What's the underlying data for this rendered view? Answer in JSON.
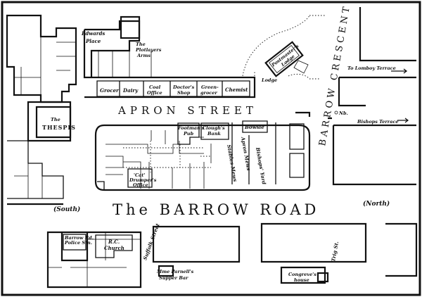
{
  "streets": {
    "apron_street": "APRON STREET",
    "barrow_road": "The BARROW ROAD",
    "barrow_crescent": "BARROW CRESCENT",
    "suffolk_street": "Suffolk Street",
    "apron_mews": "Apron Mews",
    "stables_mews": "Stables Mews",
    "bishops_yard": "Bishops' Yard",
    "trig_st": "Trig St."
  },
  "directions": {
    "south": "(South)",
    "north": "(North)"
  },
  "places": {
    "edwards_place": "Edwards Place",
    "plotlayers_arms_1": "The",
    "plotlayers_arms_2": "Plotlayers",
    "plotlayers_arms_3": "Arms",
    "thespis_1": "The",
    "thespis_2": "THESPIS",
    "grocer": "Grocer",
    "dairy": "Dairy",
    "coal_office_1": "Coal",
    "coal_office_2": "Office",
    "doctors_shop_1": "Doctor's",
    "doctors_shop_2": "Shop",
    "greengrocer_1": "Green-",
    "greengrocer_2": "grocer",
    "chemist": "Chemist",
    "postmaster_lodge_1": "Postmaster's",
    "postmaster_lodge_2": "Lodge",
    "footmans_pub_1": "Footman's",
    "footmans_pub_2": "Pub",
    "cloughs_bank_1": "Clough's",
    "cloughs_bank_2": "Bank",
    "bowsie": "Bowsie'",
    "cat_office_1": "'Cat'",
    "cat_office_2": "Drumper's",
    "cat_office_3": "Office",
    "barrow_rd_police_1": "Barrow Rd.",
    "barrow_rd_police_2": "Police Stn.",
    "rc_church_1": "R.C.",
    "rc_church_2": "Church",
    "supper_bar_1": "Mme Parnell's",
    "supper_bar_2": "Supper Bar",
    "congreves_1": "Congreve's",
    "congreves_2": "house",
    "lomboy_terrace": "To Lomboy Terrace",
    "bishops_terrace": "Bishops Terrace",
    "to_lodge": "Lodge"
  }
}
